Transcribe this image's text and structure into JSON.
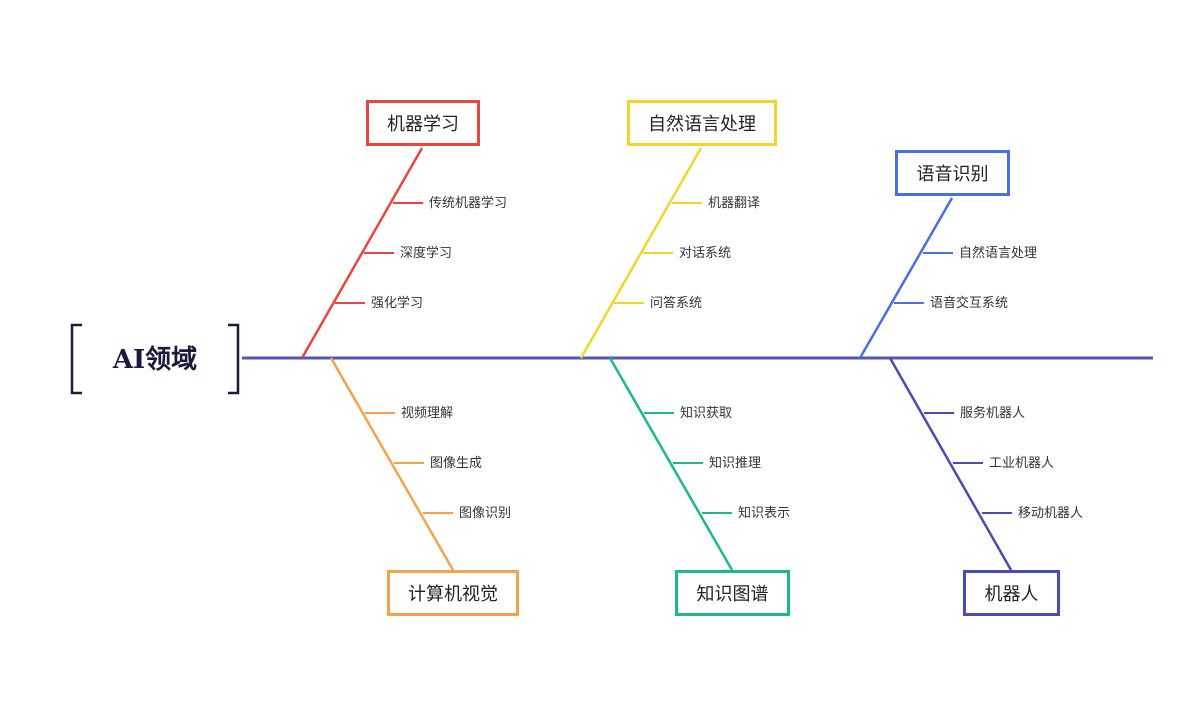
{
  "head": {
    "title": "AI领域"
  },
  "spine_color": "#5454b8",
  "categories": [
    {
      "id": "ml",
      "label": "机器学习",
      "color": "#e8473f",
      "items": [
        "传统机器学习",
        "深度学习",
        "强化学习"
      ]
    },
    {
      "id": "nlp",
      "label": "自然语言处理",
      "color": "#f0d531",
      "items": [
        "机器翻译",
        "对话系统",
        "问答系统"
      ]
    },
    {
      "id": "speech",
      "label": "语音识别",
      "color": "#4a6fe3",
      "items": [
        "自然语言处理",
        "语音交互系统"
      ]
    },
    {
      "id": "cv",
      "label": "计算机视觉",
      "color": "#f4a24e",
      "items": [
        "视频理解",
        "图像生成",
        "图像识别"
      ]
    },
    {
      "id": "kg",
      "label": "知识图谱",
      "color": "#1db989",
      "items": [
        "知识获取",
        "知识推理",
        "知识表示"
      ]
    },
    {
      "id": "robot",
      "label": "机器人",
      "color": "#4b4bb5",
      "items": [
        "服务机器人",
        "工业机器人",
        "移动机器人"
      ]
    }
  ]
}
